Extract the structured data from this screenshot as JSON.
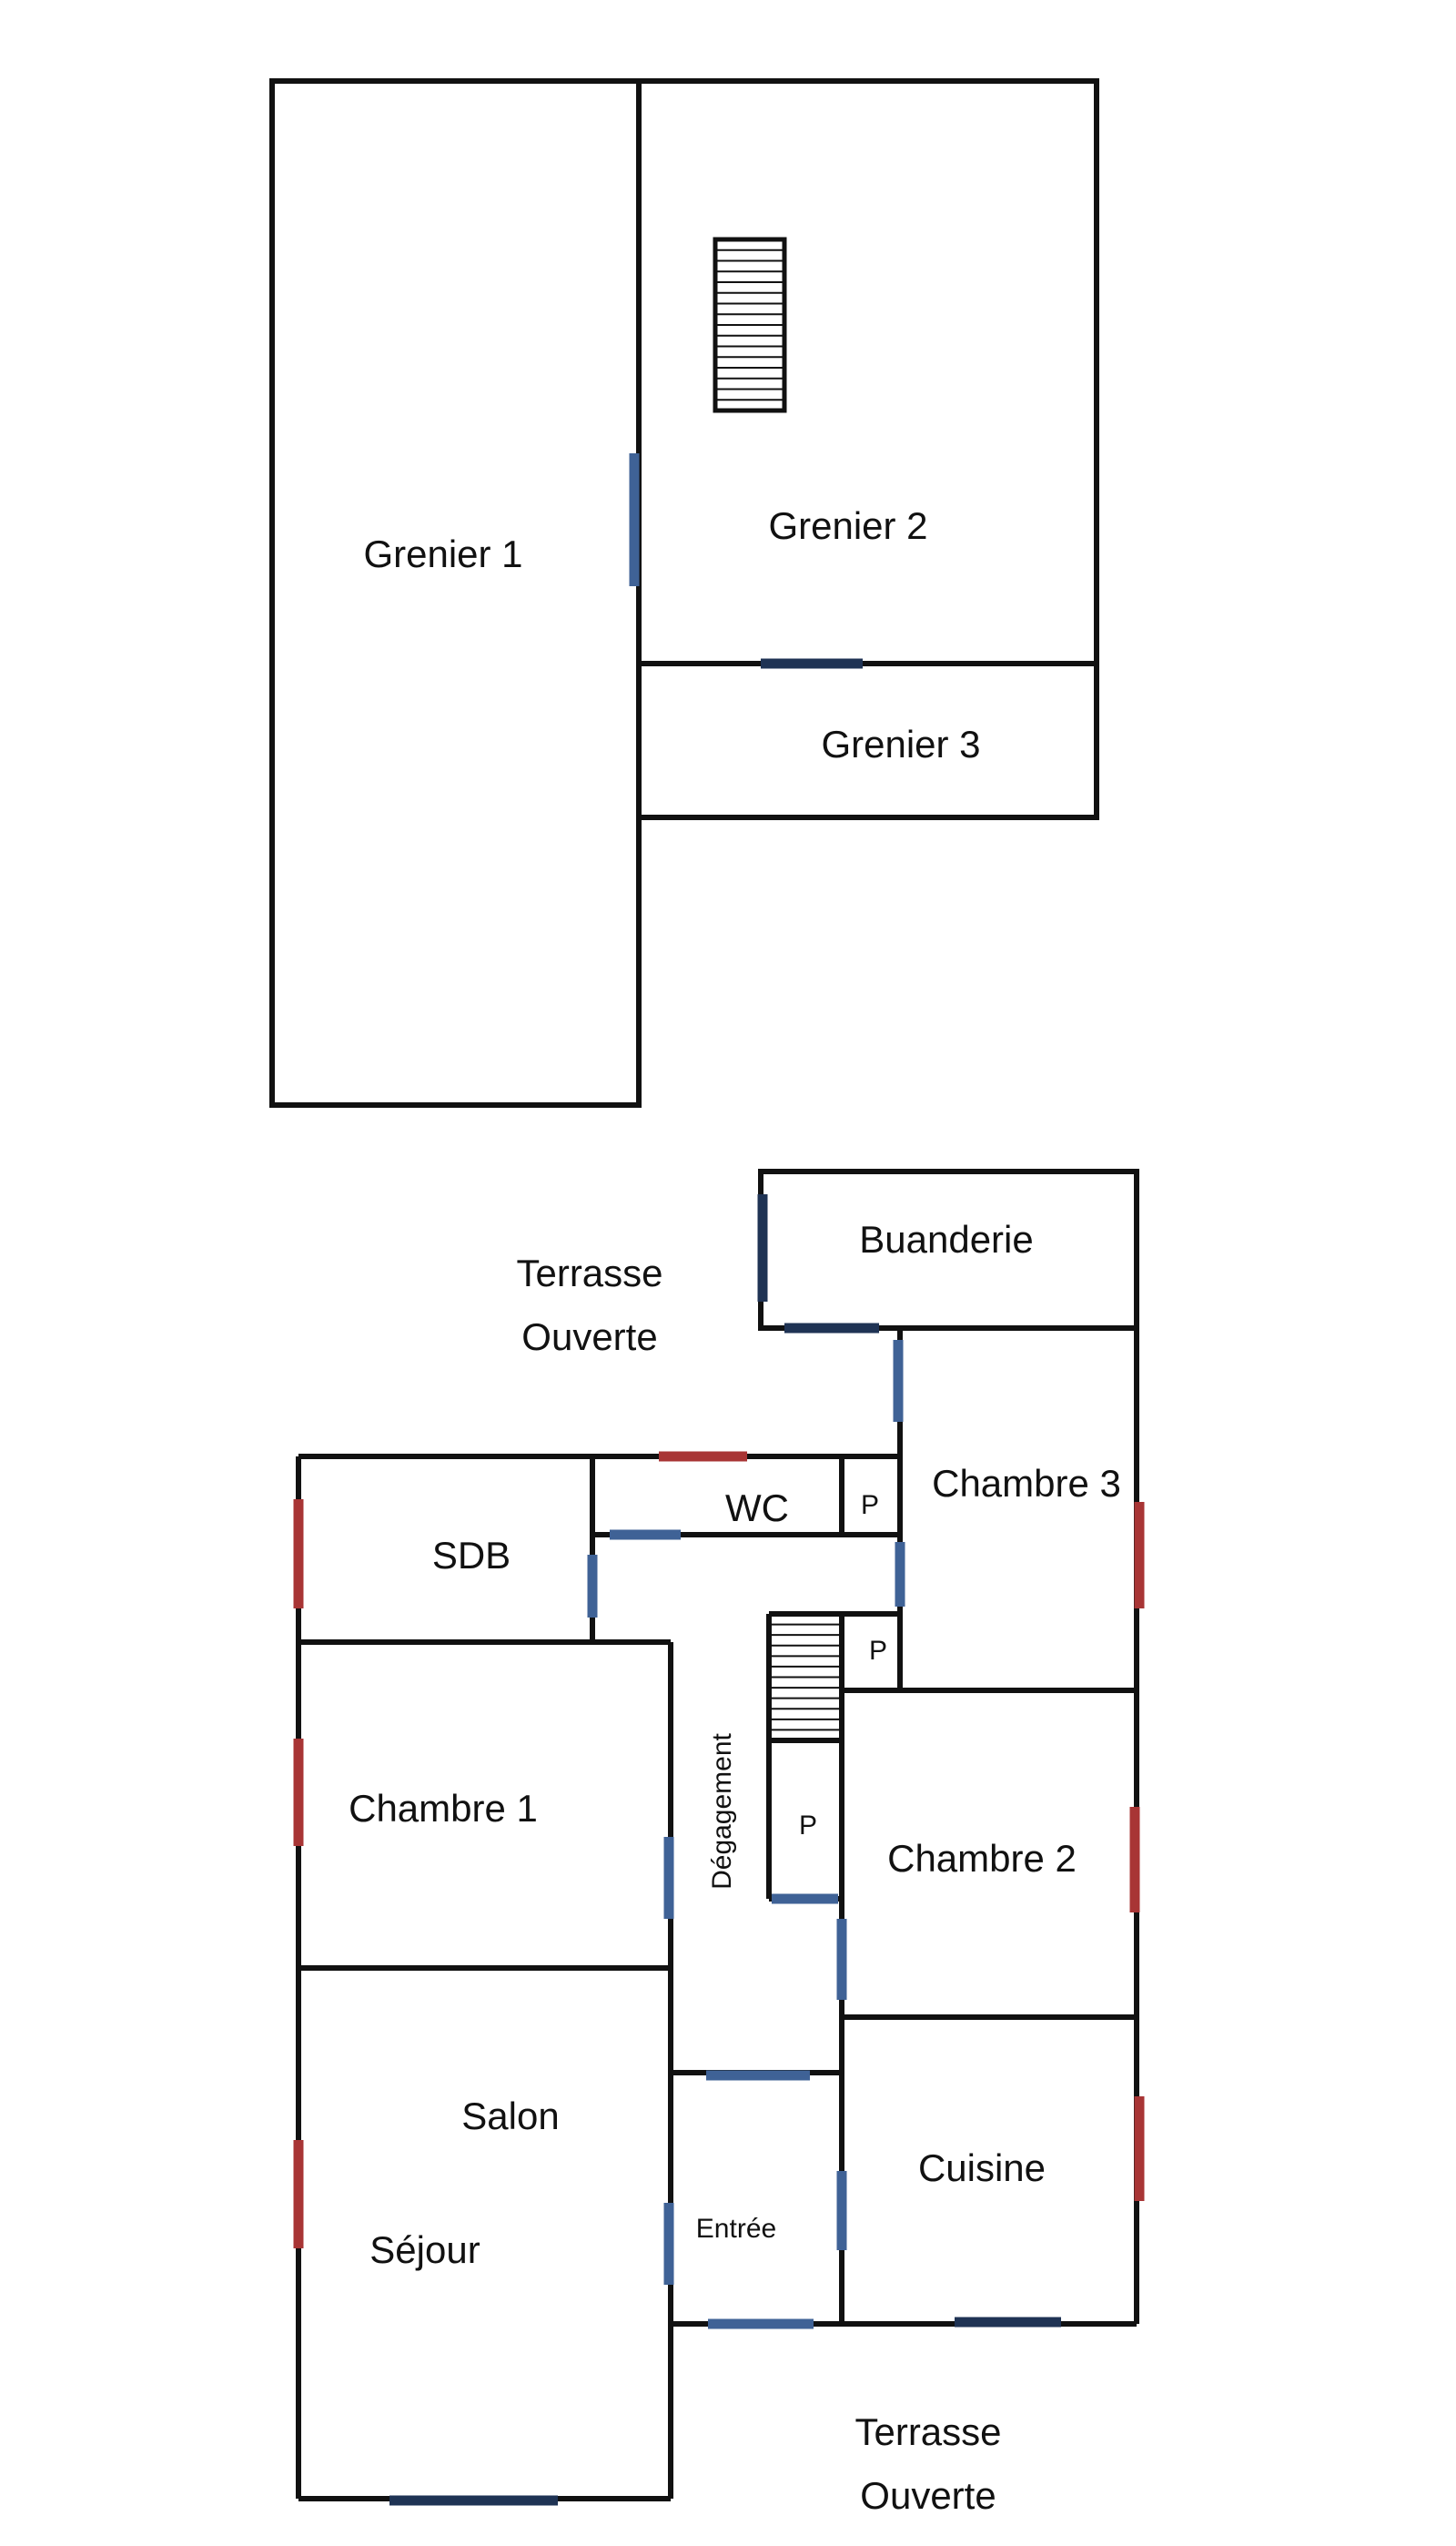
{
  "attic": {
    "rooms": [
      "Grenier 1",
      "Grenier 2",
      "Grenier 3"
    ]
  },
  "ground_floor": {
    "terrace_top": [
      "Terrasse",
      "Ouverte"
    ],
    "terrace_bottom": [
      "Terrasse",
      "Ouverte"
    ],
    "buanderie": "Buanderie",
    "wc": "WC",
    "closet": "P",
    "sdb": "SDB",
    "chambre_3": "Chambre 3",
    "chambre_1": "Chambre 1",
    "degagement": "Dégagement",
    "chambre_2": "Chambre 2",
    "salon": "Salon",
    "sejour": "Séjour",
    "entree": "Entrée",
    "cuisine": "Cuisine"
  },
  "colors": {
    "door": "#3f6296",
    "window": "#a83535",
    "wall": "#111111"
  }
}
